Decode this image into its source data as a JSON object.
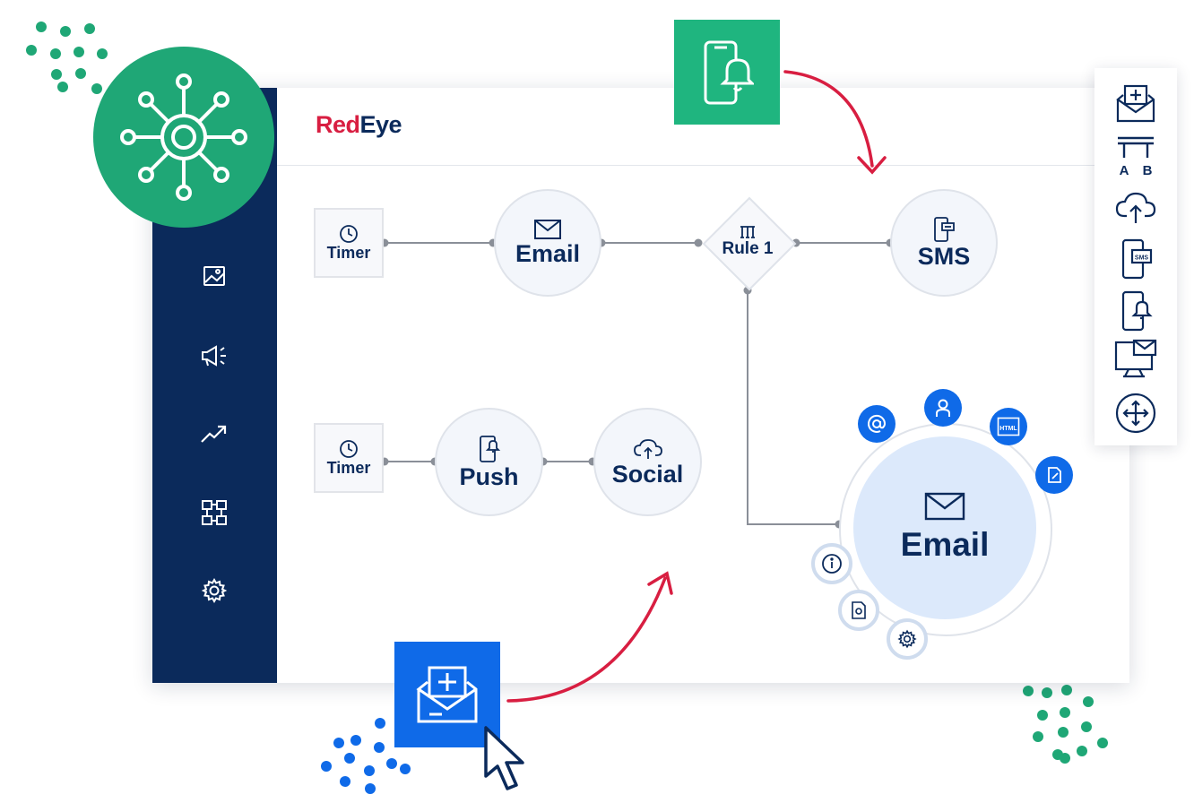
{
  "brand": {
    "part1": "Red",
    "part2": "Eye"
  },
  "sidebar": {
    "items": [
      {
        "icon": "image-icon"
      },
      {
        "icon": "megaphone-icon"
      },
      {
        "icon": "trend-icon"
      },
      {
        "icon": "templates-icon"
      },
      {
        "icon": "gear-icon"
      }
    ]
  },
  "flow": {
    "row1": {
      "timer": "Timer",
      "email": "Email",
      "rule": "Rule 1",
      "sms": "SMS"
    },
    "row2": {
      "timer": "Timer",
      "push": "Push",
      "social": "Social"
    },
    "selected": {
      "label": "Email",
      "badges": [
        "at-icon",
        "user-icon",
        "html-icon",
        "edit-icon"
      ],
      "actions": [
        "info-icon",
        "document-icon",
        "gear-icon"
      ],
      "html_badge_text": "HTML"
    }
  },
  "toolbox": {
    "tools": [
      {
        "name": "add-email-tool",
        "icon": "envelope-plus-icon"
      },
      {
        "name": "ab-split-tool",
        "icon": "ab-split-icon",
        "a": "A",
        "b": "B"
      },
      {
        "name": "upload-tool",
        "icon": "cloud-upload-icon"
      },
      {
        "name": "sms-tool",
        "icon": "sms-phone-icon",
        "text": "SMS"
      },
      {
        "name": "push-tool",
        "icon": "phone-bell-icon"
      },
      {
        "name": "web-email-tool",
        "icon": "monitor-email-icon"
      },
      {
        "name": "move-tool",
        "icon": "move-icon"
      }
    ]
  },
  "colors": {
    "navy": "#0b2a5b",
    "brand_red": "#d81e41",
    "green": "#1fa776",
    "blue": "#0f6ae8",
    "arrow_red": "#d81e41"
  }
}
